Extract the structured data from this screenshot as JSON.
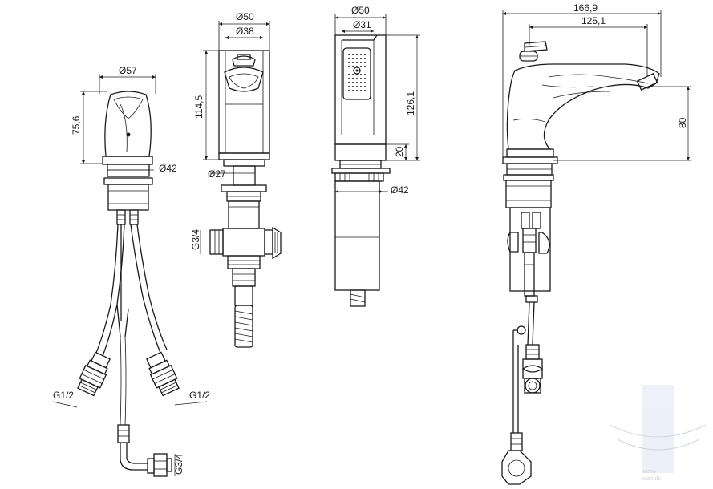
{
  "views": {
    "front": {
      "dims": {
        "width_top": "Ø57",
        "height": "75,6",
        "base": "Ø42"
      },
      "threads": {
        "left_hose": "G1/2",
        "right_hose": "G1/2",
        "bottom": "G3/4"
      }
    },
    "section": {
      "dims": {
        "outer": "Ø50",
        "inner": "Ø38",
        "height": "114,5",
        "neck": "Ø27"
      },
      "threads": {
        "side": "G3/4"
      }
    },
    "shower": {
      "dims": {
        "outer": "Ø50",
        "inner": "Ø31",
        "height": "126,1",
        "base_height": "20",
        "base": "Ø42"
      }
    },
    "side": {
      "dims": {
        "total_length": "166,9",
        "spout_length": "125,1",
        "height": "80"
      }
    }
  },
  "watermark": {
    "brand": "vanny",
    "brand_sub": "paskuls"
  }
}
